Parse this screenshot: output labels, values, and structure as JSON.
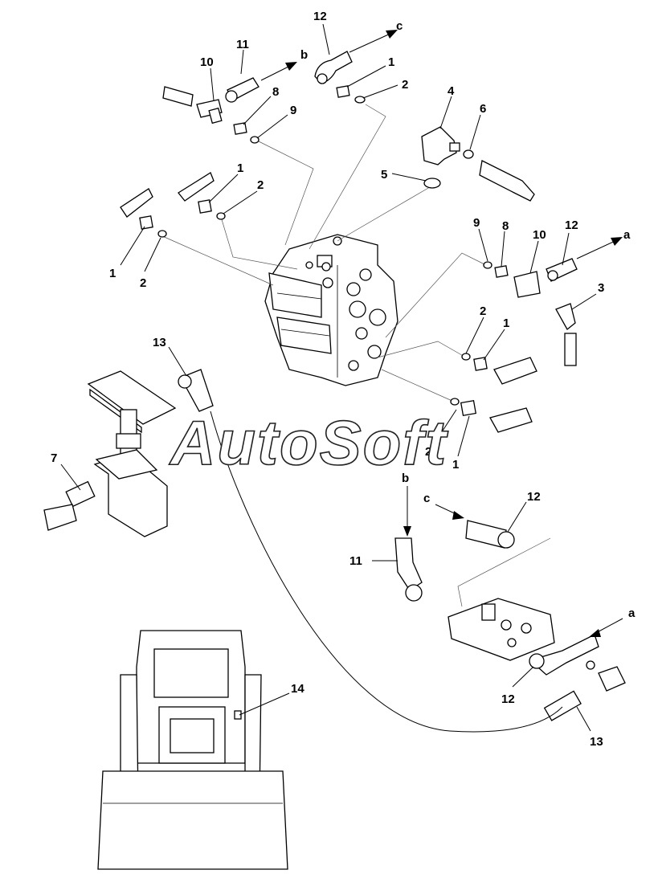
{
  "labels": {
    "l1a": "1",
    "l1b": "1",
    "l1c": "1",
    "l1d": "1",
    "l1e": "1",
    "l2a": "2",
    "l2b": "2",
    "l2c": "2",
    "l2d": "2",
    "l2e": "2",
    "l3": "3",
    "l4": "4",
    "l5": "5",
    "l6": "6",
    "l7": "7",
    "l8a": "8",
    "l8b": "8",
    "l9a": "9",
    "l9b": "9",
    "l10a": "10",
    "l10b": "10",
    "l11a": "11",
    "l11b": "11",
    "l12a": "12",
    "l12b": "12",
    "l12c": "12",
    "l12d": "12",
    "l13a": "13",
    "l13b": "13",
    "l14": "14",
    "la1": "a",
    "la2": "a",
    "lb1": "b",
    "lb2": "b",
    "lc1": "c",
    "lc2": "c"
  },
  "watermark": "AutoSoft"
}
